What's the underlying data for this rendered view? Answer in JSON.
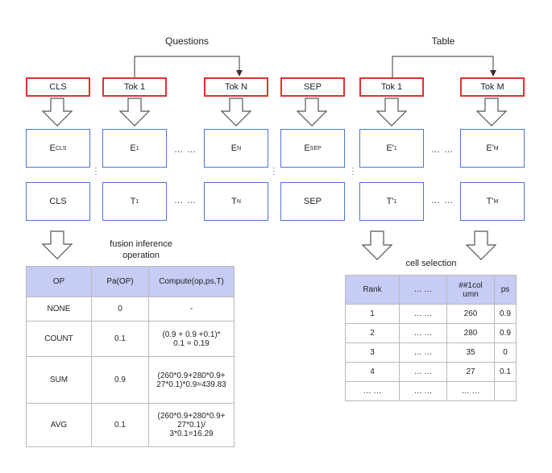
{
  "headers": {
    "questions": "Questions",
    "table": "Table"
  },
  "tokens": [
    "CLS",
    "Tok 1",
    "Tok N",
    "SEP",
    "Tok 1",
    "Tok M"
  ],
  "embeddings": [
    {
      "main": "E",
      "sub": "CLS"
    },
    {
      "main": "E",
      "sub": "1"
    },
    {
      "main": "E",
      "sub": "N"
    },
    {
      "main": "E",
      "sub": "SEP"
    },
    {
      "main": "E'",
      "sub": "1"
    },
    {
      "main": "E'",
      "sub": "M"
    }
  ],
  "outputs": [
    {
      "main": "CLS",
      "sub": ""
    },
    {
      "main": "T",
      "sub": "1"
    },
    {
      "main": "T",
      "sub": "N"
    },
    {
      "main": "SEP",
      "sub": ""
    },
    {
      "main": "T'",
      "sub": "1"
    },
    {
      "main": "T'",
      "sub": "M"
    }
  ],
  "ellipsis": "… …",
  "fusion_caption": [
    "fusion inference",
    "operation"
  ],
  "cell_caption": "cell selection",
  "op_table": {
    "headers": [
      "OP",
      "Pa(OP)",
      "Compute(op,ps,T)"
    ],
    "rows": [
      {
        "op": "NONE",
        "pa": "0",
        "compute": [
          "-"
        ]
      },
      {
        "op": "COUNT",
        "pa": "0.1",
        "compute": [
          "(0.9 + 0.9 +0.1)*",
          "0.1 = 0.19"
        ]
      },
      {
        "op": "SUM",
        "pa": "0.9",
        "compute": [
          "(260*0.9+280*0.9+",
          "27*0.1)*0.9=439.83"
        ]
      },
      {
        "op": "AVG",
        "pa": "0.1",
        "compute": [
          "(260*0.9+280*0.9+",
          "27*0.1)/",
          "3*0.1=16.29"
        ]
      }
    ]
  },
  "cell_table": {
    "headers": [
      "Rank",
      "… …",
      "##1col umn",
      "ps"
    ],
    "header_lines": [
      [
        "Rank"
      ],
      [
        "… …"
      ],
      [
        "##1col",
        "umn"
      ],
      [
        "ps"
      ]
    ],
    "rows": [
      [
        "1",
        "… …",
        "260",
        "0.9"
      ],
      [
        "2",
        "… …",
        "280",
        "0.9"
      ],
      [
        "3",
        "… …",
        "35",
        "0"
      ],
      [
        "4",
        "… …",
        "27",
        "0.1"
      ],
      [
        "… …",
        "… …",
        "… …",
        ""
      ]
    ]
  },
  "colors": {
    "token_border": "#e03030",
    "embedding_border": "#4a74d8",
    "table_header": "#c6ccf4"
  }
}
